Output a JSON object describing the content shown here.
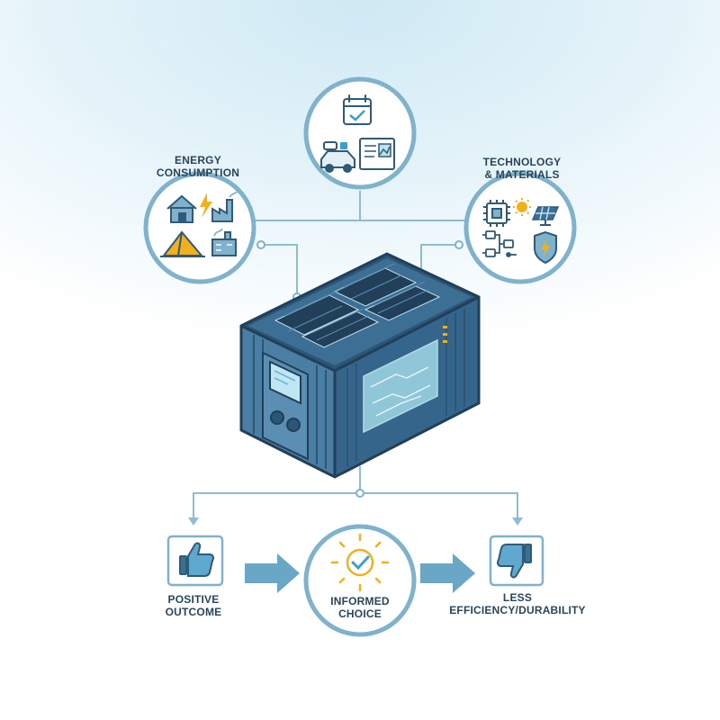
{
  "labels": {
    "energy_line1": "ENERGY",
    "energy_line2": "CONSUMPTION",
    "tech_line1": "TECHNOLOGY",
    "tech_line2": "& MATERIALS",
    "positive_line1": "POSITIVE",
    "positive_line2": "OUTCOME",
    "informed_line1": "INFORMED",
    "informed_line2": "CHOICE",
    "less_line1": "LESS",
    "less_line2": "EFFICIENCY/DURABILITY"
  },
  "icons": {
    "top": [
      "calendar-check-icon",
      "car-icon",
      "document-chart-icon"
    ],
    "energy": [
      "house-icon",
      "lightning-icon",
      "factory-icon",
      "tent-icon",
      "industrial-plant-icon"
    ],
    "tech": [
      "chip-icon",
      "sun-icon",
      "solar-panel-icon",
      "circuit-diagram-icon",
      "shield-bolt-icon"
    ],
    "bottom": [
      "thumbs-up-icon",
      "sun-check-icon",
      "thumbs-down-icon",
      "arrow-right-icon"
    ]
  },
  "colors": {
    "line": "#8fbcd4",
    "ring": "#7fb2cc",
    "icon_stroke": "#2f5a78",
    "accent_yellow": "#f2b01e",
    "container": "#3d6e93",
    "arrow": "#6aa6c6"
  }
}
